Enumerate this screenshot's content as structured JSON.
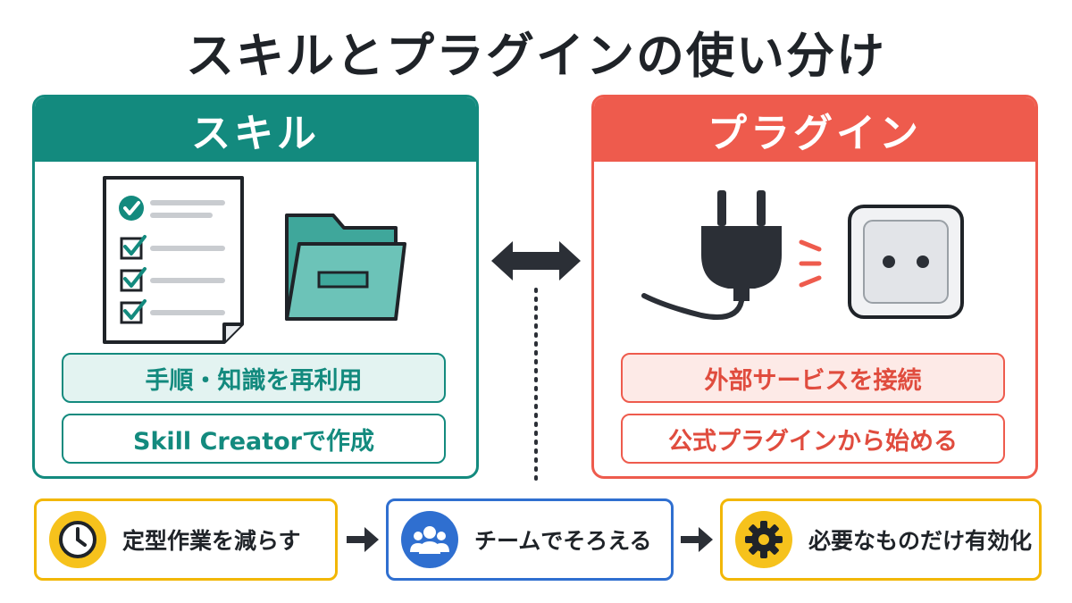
{
  "title": "スキルとプラグインの使い分け",
  "skill": {
    "heading": "スキル",
    "items": [
      "手順・知識を再利用",
      "Skill Creatorで作成"
    ]
  },
  "plugin": {
    "heading": "プラグイン",
    "items": [
      "外部サービスを接続",
      "公式プラグインから始める"
    ]
  },
  "steps": [
    {
      "label": "定型作業を減らす",
      "icon": "clock-icon"
    },
    {
      "label": "チームでそろえる",
      "icon": "team-icon"
    },
    {
      "label": "必要なものだけ有効化",
      "icon": "gear-icon"
    }
  ],
  "colors": {
    "skill": "#138a7e",
    "plugin": "#ee5b4d",
    "yellow": "#f6c21c",
    "blue": "#2f6fd0",
    "dark": "#2b2f36"
  }
}
